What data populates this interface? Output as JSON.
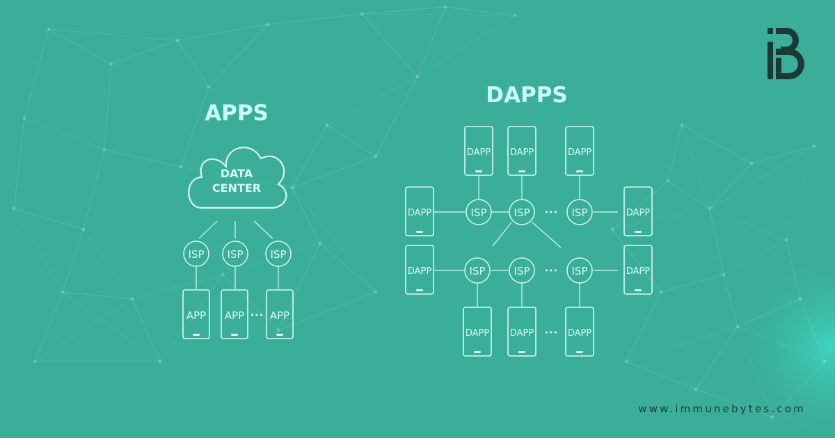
{
  "apps": {
    "title": "APPS",
    "cloud_line1": "DATA",
    "cloud_line2": "CENTER",
    "isp_labels": [
      "ISP",
      "ISP",
      "ISP"
    ],
    "device_labels": [
      "APP",
      "APP",
      "APP"
    ],
    "ellipsis": "•••"
  },
  "dapps": {
    "title": "DAPPS",
    "isp_label": "ISP",
    "device_label": "DAPP",
    "ellipsis": "•••"
  },
  "footer": {
    "url": "www.immunebytes.com"
  },
  "logo": {
    "icon": "immunebytes-logo",
    "letter": "B"
  },
  "colors": {
    "background": "#3aae99",
    "line": "#d6faf6",
    "title": "#c9fbf8",
    "logo": "#1a3a35"
  }
}
